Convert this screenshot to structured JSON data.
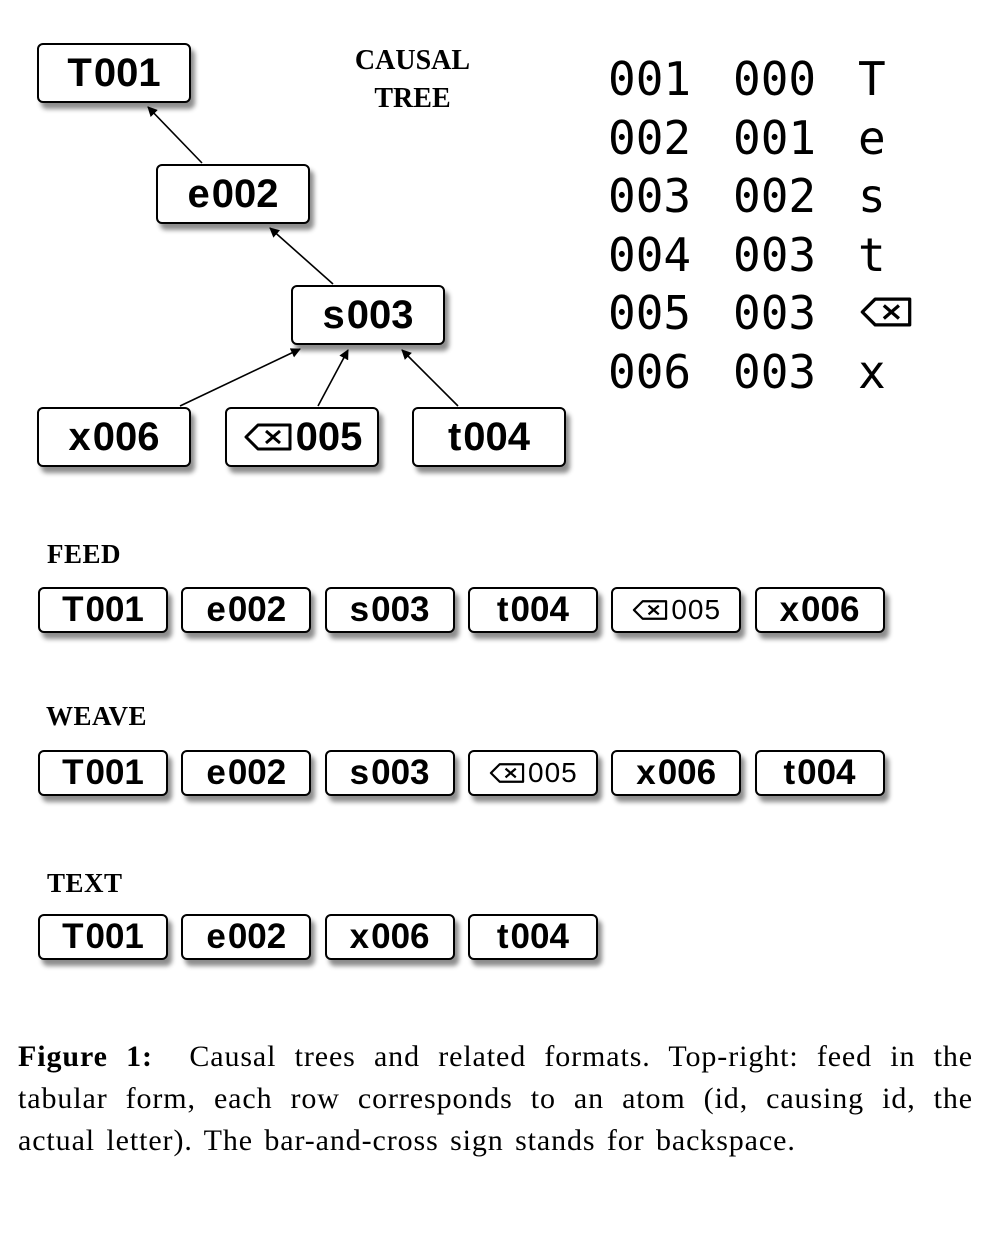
{
  "tree": {
    "title_line1": "CAUSAL",
    "title_line2": "TREE",
    "nodes": [
      {
        "letter": "T",
        "id": "001"
      },
      {
        "letter": "e",
        "id": "002"
      },
      {
        "letter": "s",
        "id": "003"
      },
      {
        "letter": "x",
        "id": "006"
      },
      {
        "letter": "backspace",
        "id": "005"
      },
      {
        "letter": "t",
        "id": "004"
      }
    ]
  },
  "table": {
    "rows": [
      {
        "id": "001",
        "cause": "000",
        "letter": "T"
      },
      {
        "id": "002",
        "cause": "001",
        "letter": "e"
      },
      {
        "id": "003",
        "cause": "002",
        "letter": "s"
      },
      {
        "id": "004",
        "cause": "003",
        "letter": "t"
      },
      {
        "id": "005",
        "cause": "003",
        "letter": "backspace"
      },
      {
        "id": "006",
        "cause": "003",
        "letter": "x"
      }
    ]
  },
  "feed": {
    "label": "FEED",
    "items": [
      {
        "letter": "T",
        "id": "001"
      },
      {
        "letter": "e",
        "id": "002"
      },
      {
        "letter": "s",
        "id": "003"
      },
      {
        "letter": "t",
        "id": "004"
      },
      {
        "letter": "backspace",
        "id": "005"
      },
      {
        "letter": "x",
        "id": "006"
      }
    ]
  },
  "weave": {
    "label": "WEAVE",
    "items": [
      {
        "letter": "T",
        "id": "001"
      },
      {
        "letter": "e",
        "id": "002"
      },
      {
        "letter": "s",
        "id": "003"
      },
      {
        "letter": "backspace",
        "id": "005"
      },
      {
        "letter": "x",
        "id": "006"
      },
      {
        "letter": "t",
        "id": "004"
      }
    ]
  },
  "text": {
    "label": "TEXT",
    "items": [
      {
        "letter": "T",
        "id": "001"
      },
      {
        "letter": "e",
        "id": "002"
      },
      {
        "letter": "x",
        "id": "006"
      },
      {
        "letter": "t",
        "id": "004"
      }
    ]
  },
  "caption": {
    "label": "Figure 1:",
    "text": "Causal trees and related formats. Top-right: feed in the tabular form, each row corresponds to an atom (id, causing id, the actual letter). The bar-and-cross sign stands for backspace."
  }
}
